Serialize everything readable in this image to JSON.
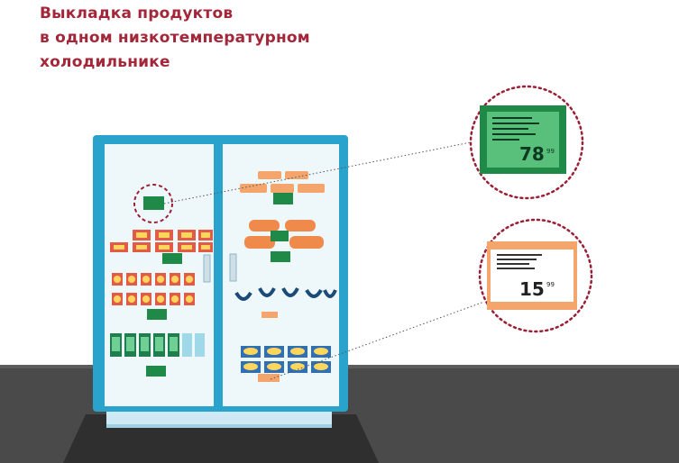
{
  "title": {
    "line1": "Выкладка продуктов",
    "line2": "в одном низкотемпературном",
    "line3": "холодильнике"
  },
  "price_tags": {
    "green": {
      "price": "78",
      "cents": "99"
    },
    "white": {
      "price": "15",
      "cents": "99"
    }
  },
  "colors": {
    "title": "#a32739",
    "fridge_frame": "#2aa3cc",
    "tag_green": "#1f8a48",
    "floor": "#4a4a4a",
    "callout_outline": "#9a1f35"
  }
}
